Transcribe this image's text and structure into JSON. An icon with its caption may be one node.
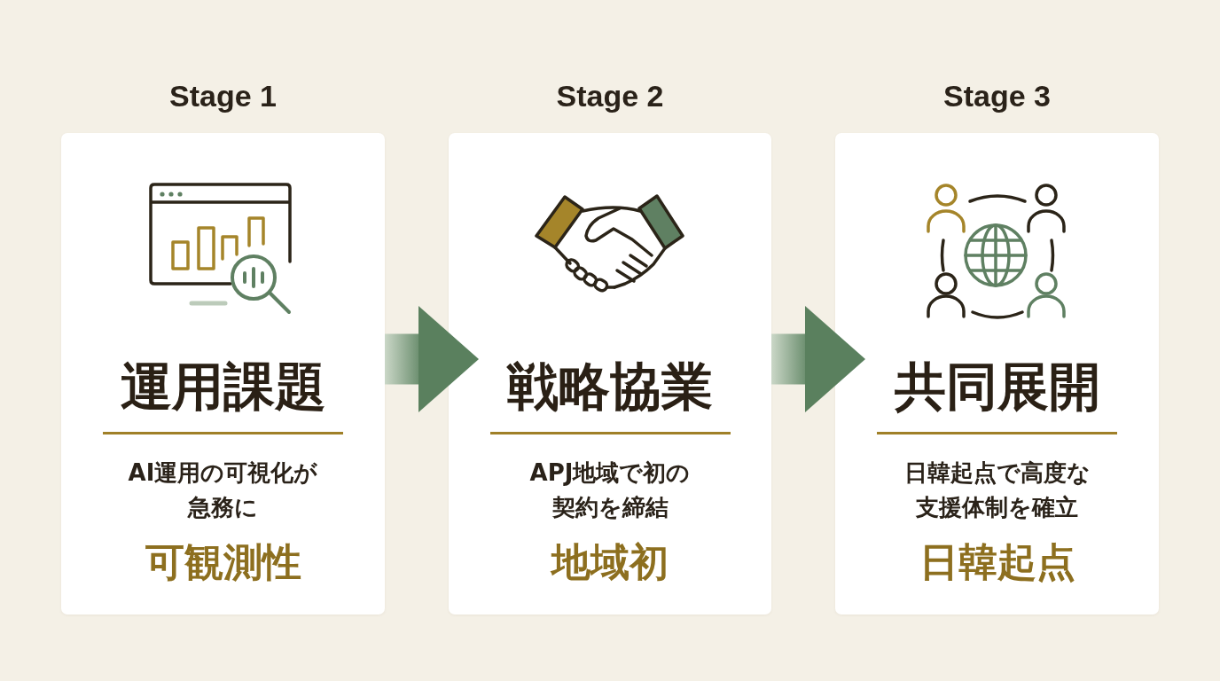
{
  "diagram": {
    "nodes": [
      {
        "text": [
          "Stage 1",
          "運用課題",
          "AI運用の可視化が急務に",
          "可観測性"
        ]
      },
      {
        "text": [
          "Stage 2",
          "戦略協業",
          "APJ地域で初の契約を締結",
          "地域初"
        ]
      },
      {
        "text": [
          "Stage 3",
          "共同展開",
          "日韓起点で高度な支援体制を確立",
          "日韓起点"
        ]
      }
    ],
    "edges": [
      {
        "from": 0,
        "to": 1,
        "arrow": "to"
      },
      {
        "from": 1,
        "to": 2,
        "arrow": "to"
      }
    ]
  }
}
